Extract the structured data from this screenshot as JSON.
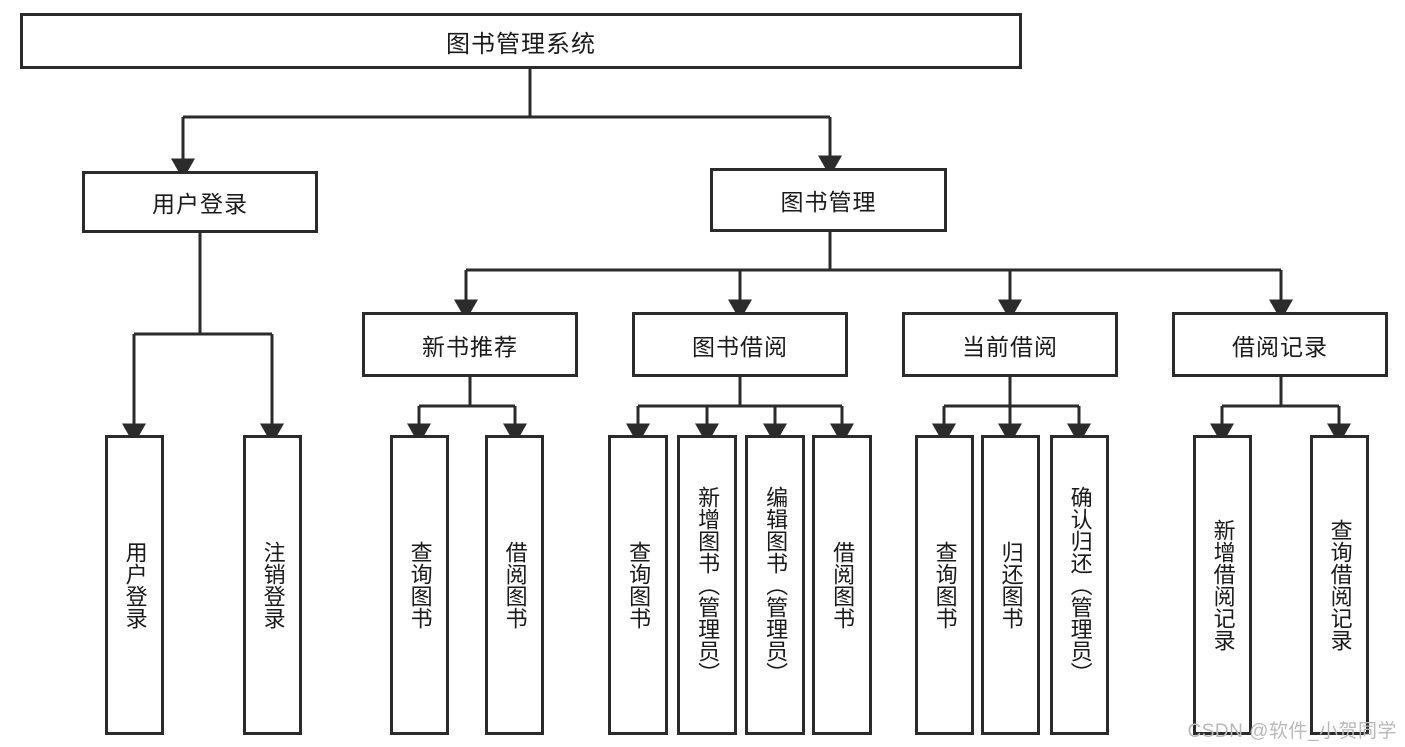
{
  "diagram": {
    "type": "tree-hierarchy",
    "title": "图书管理系统",
    "watermark": "CSDN @软件_小贺同学",
    "colors": {
      "box_border": "#2b2b2b",
      "box_fill": "#ffffff",
      "connector": "#2b2b2b",
      "background": "#ffffff",
      "watermark": "#b9b9b9"
    },
    "root": {
      "label": "图书管理系统"
    },
    "level2": [
      {
        "label": "用户登录"
      },
      {
        "label": "图书管理"
      }
    ],
    "level3": [
      {
        "label": "新书推荐"
      },
      {
        "label": "图书借阅"
      },
      {
        "label": "当前借阅"
      },
      {
        "label": "借阅记录"
      }
    ],
    "leaves": {
      "user_login": [
        {
          "label": "用户登录"
        },
        {
          "label": "注销登录"
        }
      ],
      "new_book_recommend": [
        {
          "label": "查询图书"
        },
        {
          "label": "借阅图书"
        }
      ],
      "book_borrow": [
        {
          "label": "查询图书"
        },
        {
          "label": "新增图书（管理员）"
        },
        {
          "label": "编辑图书（管理员）"
        },
        {
          "label": "借阅图书"
        }
      ],
      "current_borrow": [
        {
          "label": "查询图书"
        },
        {
          "label": "归还图书"
        },
        {
          "label": "确认归还（管理员）"
        }
      ],
      "borrow_record": [
        {
          "label": "新增借阅记录"
        },
        {
          "label": "查询借阅记录"
        }
      ]
    }
  }
}
